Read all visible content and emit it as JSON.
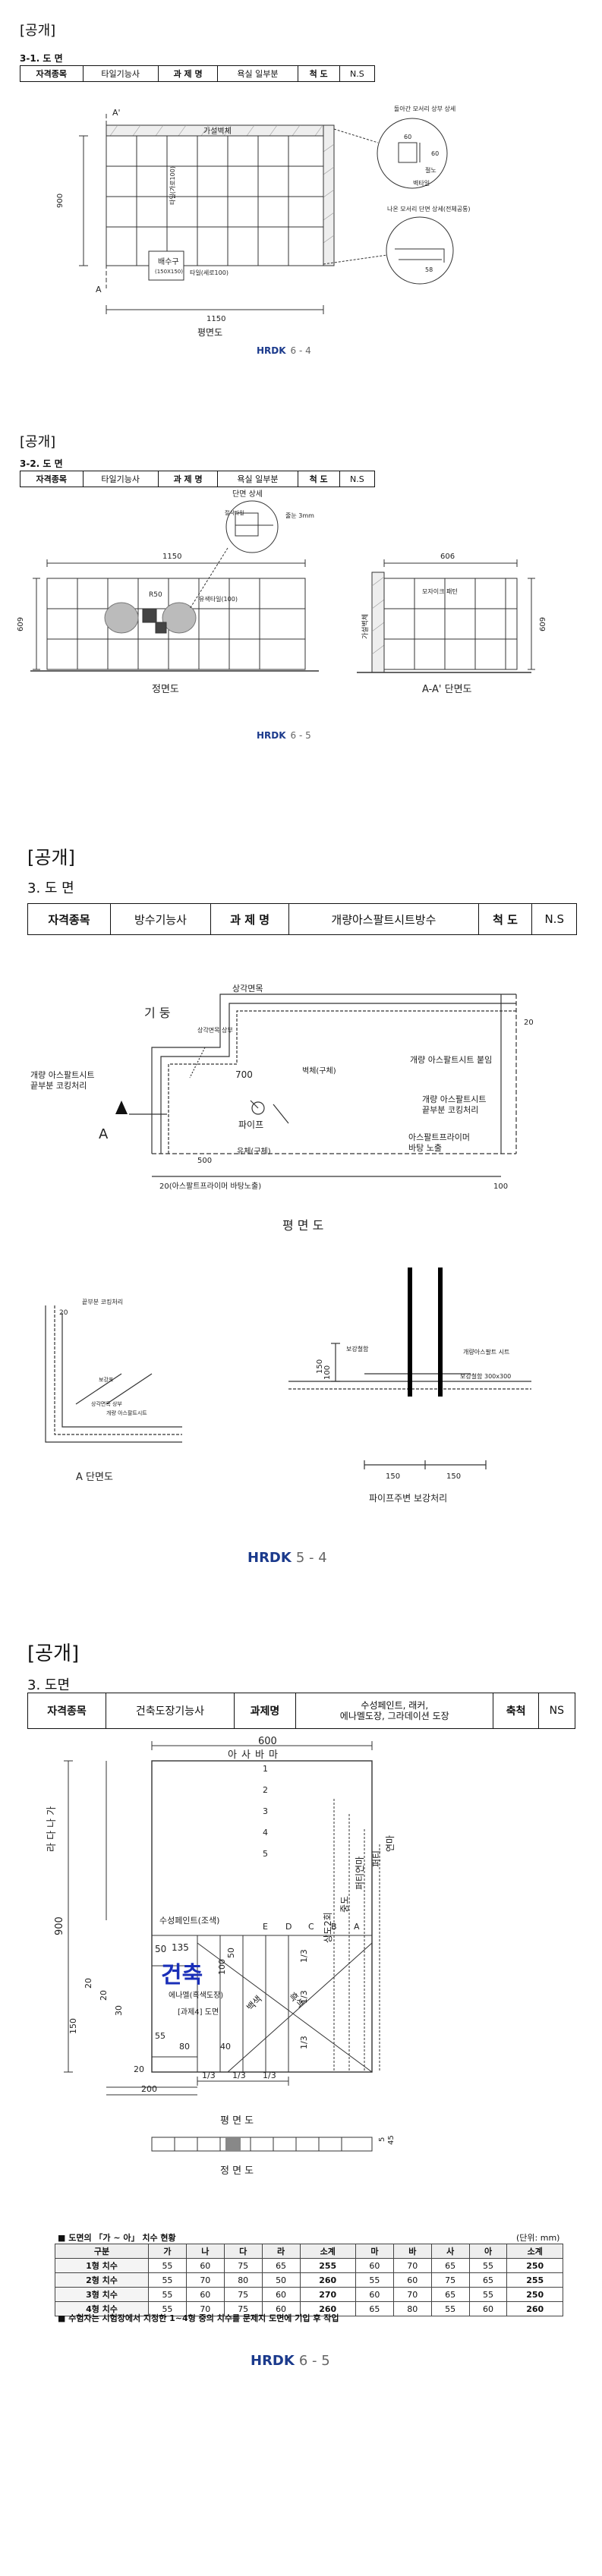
{
  "s1": {
    "gonggae": "[공개]",
    "heading": "3-1. 도 면",
    "meta": {
      "k1": "자격종목",
      "v1": "타일기능사",
      "k2": "과 제 명",
      "v2": "욕실 일부분",
      "k3": "척 도",
      "v3": "N.S"
    },
    "labels": {
      "aprime": "A'",
      "wall": "가설벽체",
      "dim_vert": "타일(가로100)",
      "drain": "배수구",
      "drain_sub": "(150X150)",
      "dim_horiz": "타일(세로100)",
      "a": "A",
      "w": "1150",
      "h": "900",
      "detail1": "돌아간 모서리 상부 상세",
      "d60a": "60",
      "d60b": "60",
      "dn1": "절노",
      "dn2": "벽타일",
      "detail2": "나온 모서리 단면 상세(전체공통)",
      "d58": "58",
      "title": "평면도"
    },
    "logo": "HRDK",
    "page": "6 - 4"
  },
  "s2": {
    "gonggae": "[공개]",
    "heading": "3-2. 도 면",
    "meta": {
      "k1": "자격종목",
      "v1": "타일기능사",
      "k2": "과 제 명",
      "v2": "욕실 일부분",
      "k3": "척 도",
      "v3": "N.S"
    },
    "labels": {
      "detail": "단면 상세",
      "tilecut": "절삭타일",
      "gap": "줄눈 3mm",
      "w1150": "1150",
      "h609": "609",
      "r50": "R50",
      "yu": "유색타일(100)",
      "w606": "606",
      "mosaic": "모자이크 패턴",
      "wall": "가설벽체",
      "h609b": "609",
      "front": "정면도",
      "sec": "A-A' 단면도"
    },
    "logo": "HRDK",
    "page": "6 - 5"
  },
  "s3": {
    "gonggae": "[공개]",
    "heading": "3. 도 면",
    "meta": {
      "k1": "자격종목",
      "v1": "방수기능사",
      "k2": "과 제 명",
      "v2": "개량아스팔트시트방수",
      "k3": "척 도",
      "v3": "N.S"
    },
    "labels": {
      "corner": "상각면목",
      "col": "기 둥",
      "upper": "상각면목 상부",
      "h700": "700",
      "l20": "20",
      "sheetA": "개량 아스팔트시트",
      "sheetA2": "끝부분 코킹처리",
      "wall": "벽체(구체)",
      "pipe": "파이프",
      "w500": "500",
      "floor": "유체(구체)",
      "attach": "개량 아스팔트시트 붙임",
      "sheetB": "개량 아스팔트시트",
      "sheetB2": "끝부분 코킹처리",
      "primer": "아스팔트프라이머",
      "primer2": "바탕 노출",
      "a": "A",
      "bottom": "20(아스팔트프라이머 바탕노출)",
      "b100": "100",
      "title": "평 면 도",
      "ends": "끝부분 코킹처리",
      "d20": "20",
      "upper2": "상각면목 상부",
      "reinf": "보강포",
      "sheetC": "개량 아스팔트시트",
      "h150": "150",
      "h100": "100",
      "reinf2": "보강철함",
      "sheetD": "개량아스팔트 시트",
      "reinf3": "보강철함 300x300",
      "w150a": "150",
      "w150b": "150",
      "secA": "A 단면도",
      "pipeTitle": "파이프주변 보강처리"
    },
    "logo": "HRDK",
    "page": "5 - 4"
  },
  "s4": {
    "gonggae": "[공개]",
    "heading": "3. 도면",
    "meta": {
      "k1": "자격종목",
      "v1": "건축도장기능사",
      "k2": "과제명",
      "v2a": "수성페인트, 래커,",
      "v2b": "에나멜도장, 그라데이션 도장",
      "k3": "축척",
      "v3": "NS"
    },
    "labels": {
      "w600": "600",
      "ga": "아",
      "sa": "사",
      "ba": "바",
      "ma": "마",
      "vside": "라 다 나 가",
      "h900": "900",
      "n1": "1",
      "n2": "2",
      "n3": "3",
      "n4": "4",
      "n5": "5",
      "soo": "수성페인트(조색)",
      "eA": "E",
      "eD": "D",
      "eC": "C",
      "eB": "B",
      "eA2": "A",
      "d50": "50",
      "d135": "135",
      "d100": "100",
      "d50b": "50",
      "geonchuk": "건축",
      "baek": "백색",
      "geom": "흑색",
      "enamel": "에나멜(흑색도장)",
      "gwaje": "[과제4] 도면",
      "d20a": "20",
      "d20b": "20",
      "d30": "30",
      "d150": "150",
      "d55": "55",
      "d80": "80",
      "d40": "40",
      "d20c": "20",
      "d200": "200",
      "t13a": "1/3",
      "t13b": "1/3",
      "t13c": "1/3",
      "t13d": "1/3",
      "t13e": "1/3",
      "t13f": "1/3",
      "sangdo": "상도2회",
      "jung": "중도",
      "patti": "퍼티연마",
      "patti2": "퍼티",
      "yeonma": "연마",
      "planT": "평 면 도",
      "d5": "5",
      "d45": "45",
      "frontT": "정 면 도"
    },
    "tableTitle": "■ 도면의 「가 ~ 아」 치수 현황",
    "unit": "(단위: mm)",
    "headers": [
      "구분",
      "가",
      "나",
      "다",
      "라",
      "소계",
      "마",
      "바",
      "사",
      "아",
      "소계"
    ],
    "rows": [
      [
        "1형 치수",
        "55",
        "60",
        "75",
        "65",
        "255",
        "60",
        "70",
        "65",
        "55",
        "250"
      ],
      [
        "2형 치수",
        "55",
        "70",
        "80",
        "50",
        "260",
        "55",
        "60",
        "75",
        "65",
        "255"
      ],
      [
        "3형 치수",
        "55",
        "60",
        "75",
        "60",
        "270",
        "60",
        "70",
        "65",
        "55",
        "250"
      ],
      [
        "4형 치수",
        "55",
        "70",
        "75",
        "60",
        "260",
        "65",
        "80",
        "55",
        "60",
        "260"
      ]
    ],
    "note": "■ 수험자는 시험장에서 지정한 1~4형 중의 치수를 문제지 도면에 기입 후 작업",
    "logo": "HRDK",
    "page": "6 - 5"
  }
}
